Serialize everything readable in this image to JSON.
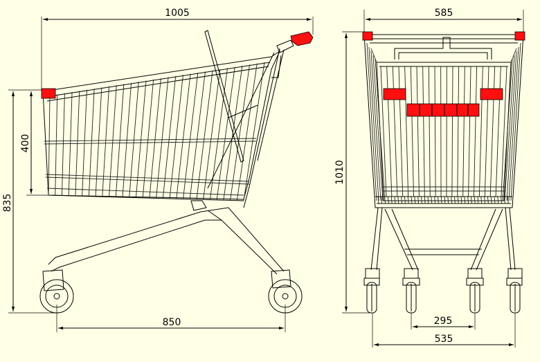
{
  "dimensions": {
    "side_length": "1005",
    "side_height_basket": "400",
    "side_height_total": "835",
    "side_wheelbase": "850",
    "front_width": "585",
    "front_height": "1010",
    "front_inner_wheels": "295",
    "front_outer_wheels": "535"
  },
  "colors": {
    "background": "#ffffe6",
    "accent": "#ff1010",
    "line": "#000000"
  }
}
